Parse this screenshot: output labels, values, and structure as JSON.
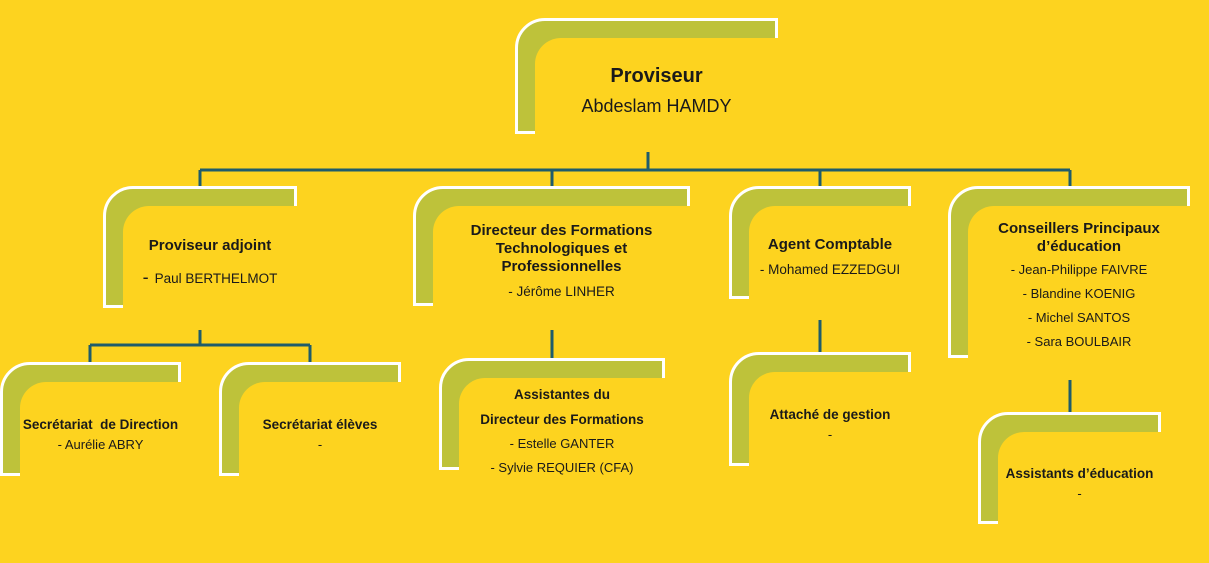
{
  "colors": {
    "background": "#FDD31F",
    "box_border": "#BEC23A",
    "connector": "#1F5C6B"
  },
  "root": {
    "title": "Proviseur",
    "name": "Abdeslam HAMDY"
  },
  "adjoint": {
    "title": "Proviseur adjoint",
    "name": "Paul BERTHELMOT",
    "dash": "-"
  },
  "directeur": {
    "title": "Directeur des Formations Technologiques et Professionnelles",
    "name": "- Jérôme LINHER"
  },
  "agent": {
    "title": "Agent Comptable",
    "name": "- Mohamed EZZEDGUI"
  },
  "cpe": {
    "title": "Conseillers Principaux d’éducation",
    "names": [
      "- Jean-Philippe FAIVRE",
      "- Blandine KOENIG",
      "- Michel SANTOS",
      "- Sara BOULBAIR"
    ]
  },
  "secretariat_direction": {
    "title": "Secrétariat  de Direction",
    "name": "- Aurélie ABRY"
  },
  "secretariat_eleves": {
    "title": "Secrétariat élèves",
    "name": "-"
  },
  "assistantes": {
    "title_line1": "Assistantes du",
    "title_line2": "Directeur des Formations",
    "names": [
      "- Estelle GANTER",
      "- Sylvie REQUIER (CFA)"
    ]
  },
  "attache": {
    "title": "Attaché de gestion",
    "name": "-"
  },
  "assistants_education": {
    "title": "Assistants d’éducation",
    "name": "-"
  }
}
